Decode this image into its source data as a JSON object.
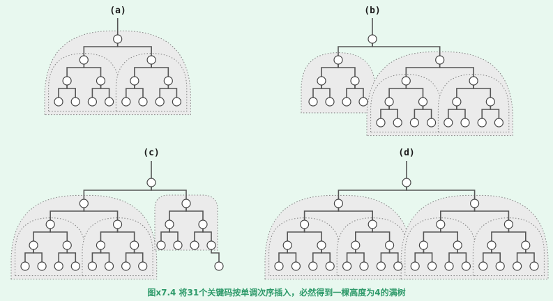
{
  "panels": [
    {
      "id": "a",
      "label": "(a)"
    },
    {
      "id": "b",
      "label": "(b)"
    },
    {
      "id": "c",
      "label": "(c)"
    },
    {
      "id": "d",
      "label": "(d)"
    }
  ],
  "caption": "图x7.4  将31个关键码按单调次序插入，必然得到一棵高度为4的满树",
  "colors": {
    "background": "#e8f8ef",
    "caption": "#2e9a6a",
    "region_fill": "#ebebeb",
    "edge": "#555555",
    "node_fill": "#ffffff"
  }
}
